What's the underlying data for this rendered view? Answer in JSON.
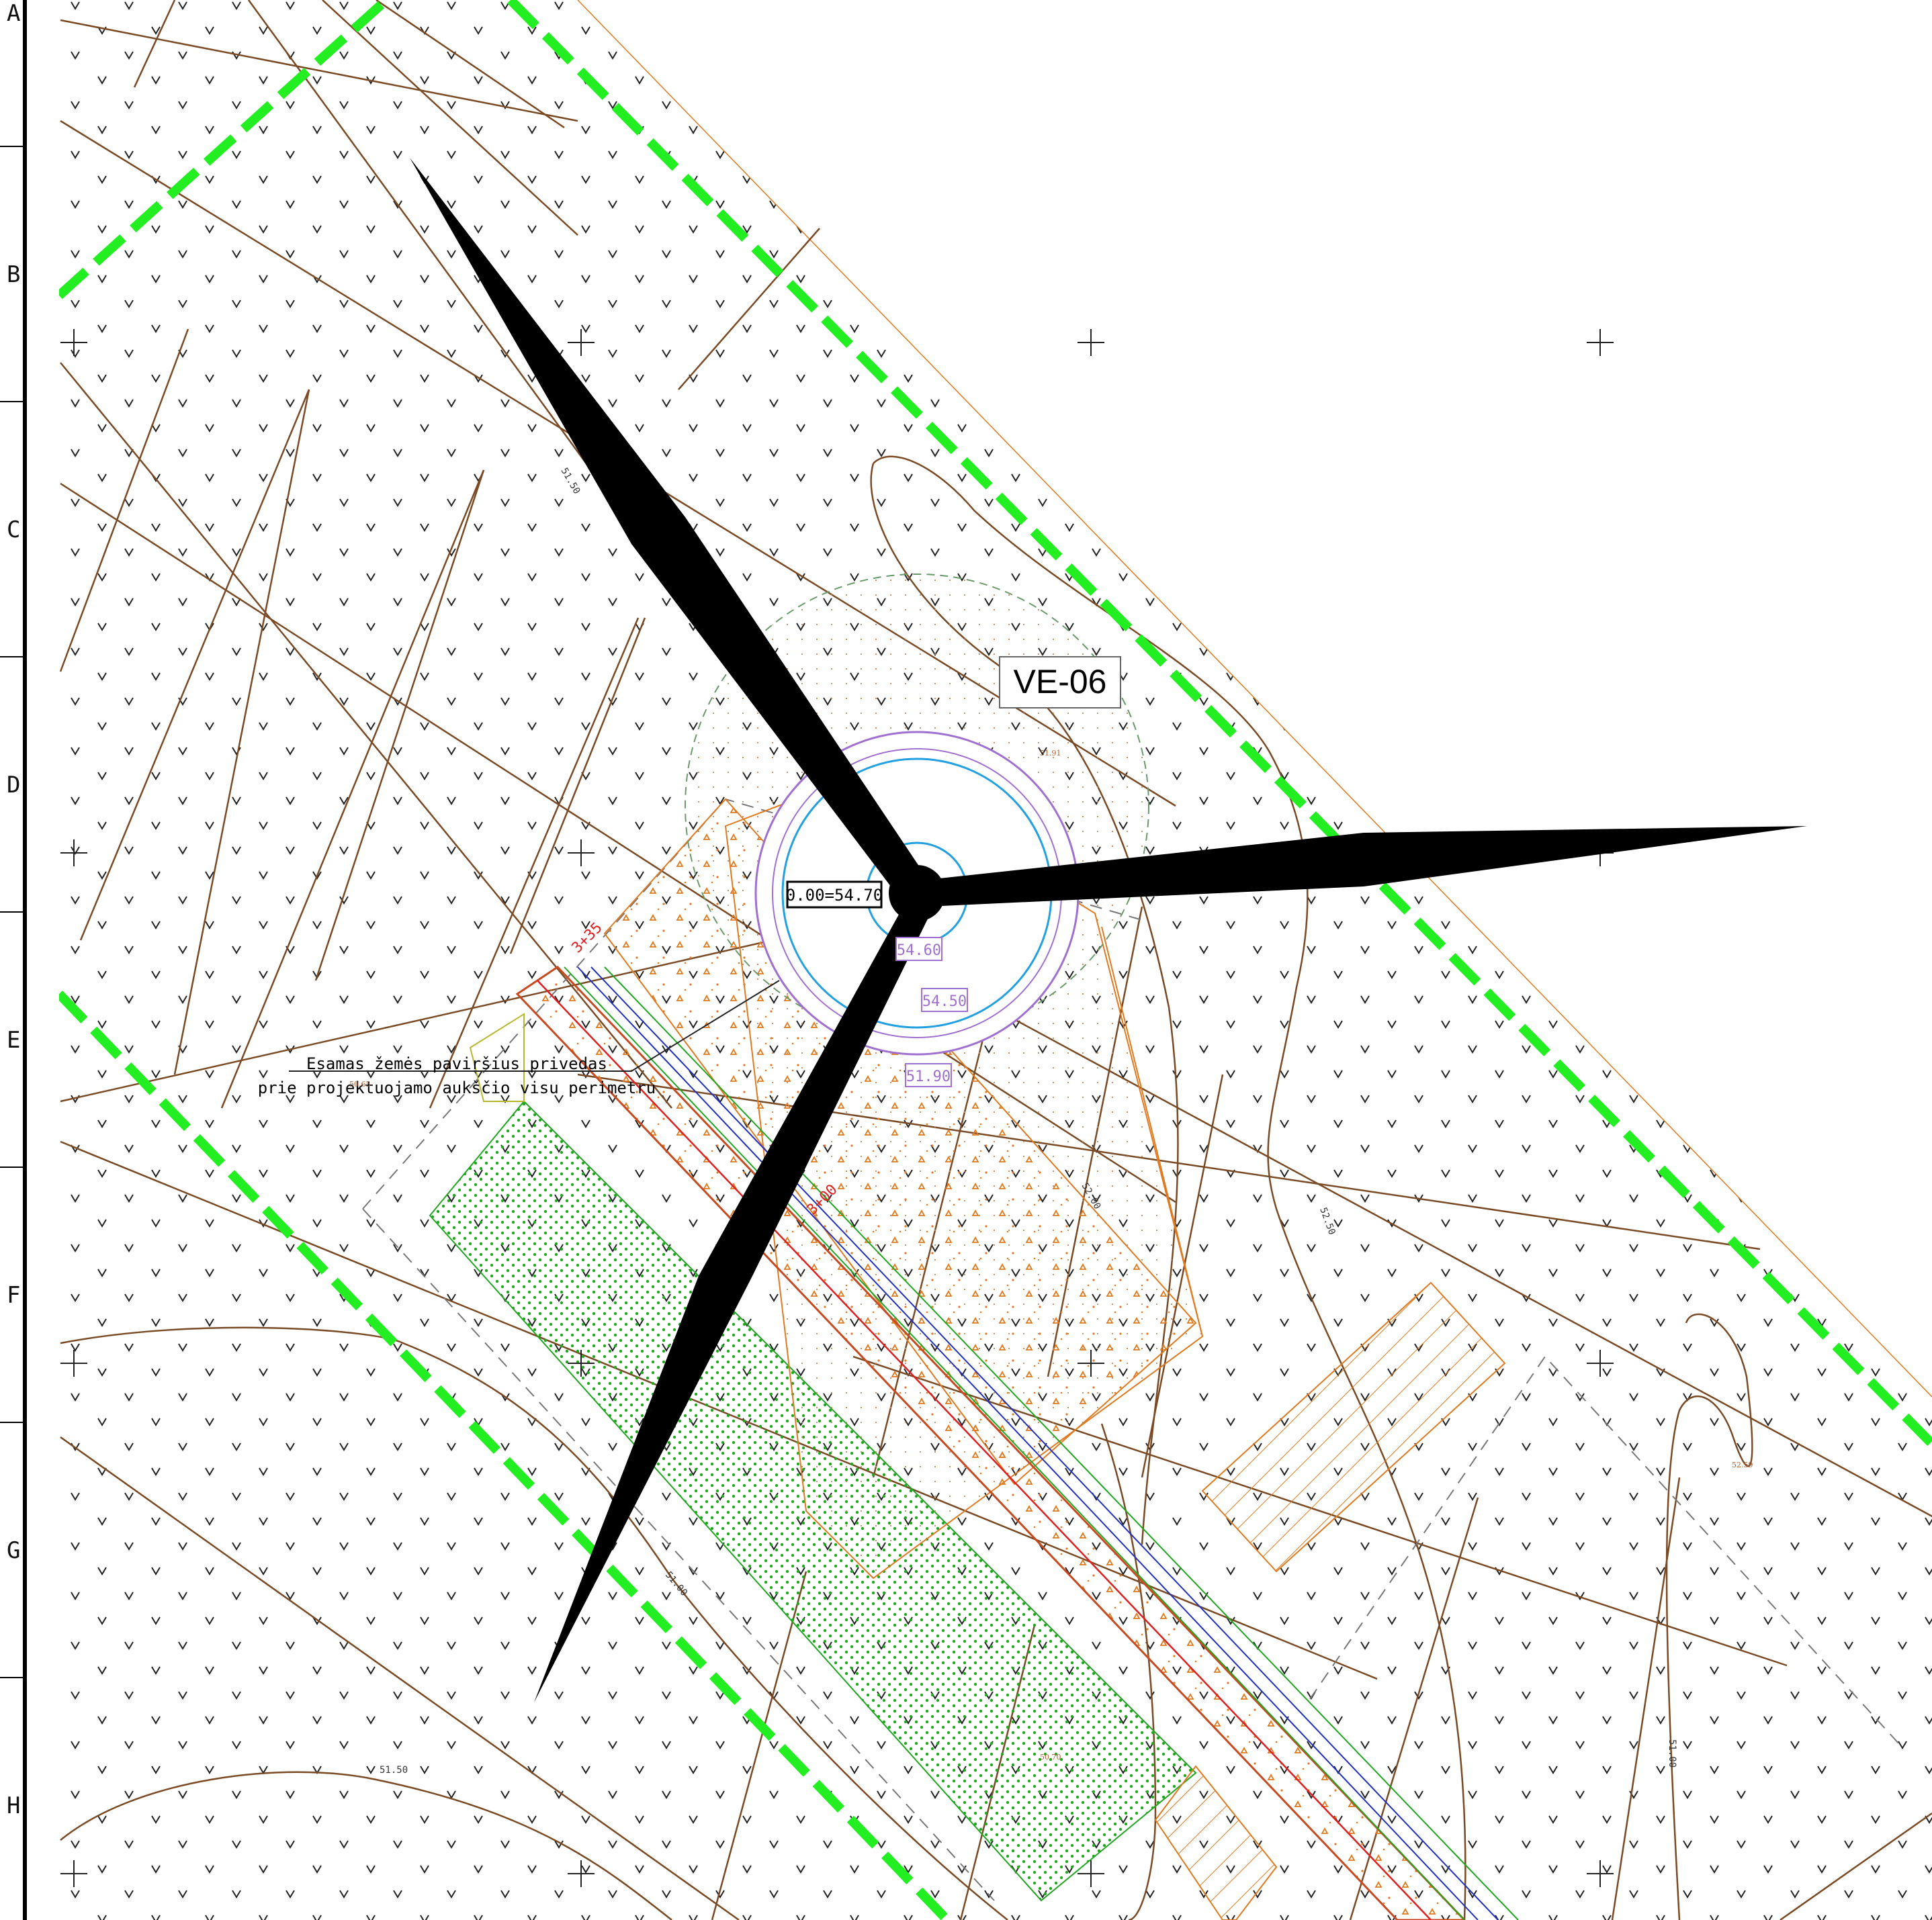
{
  "grid_rows": [
    "A",
    "B",
    "C",
    "D",
    "E",
    "F",
    "G",
    "H"
  ],
  "turbine": {
    "id": "VE-06",
    "zero_level": "0.00=54.70"
  },
  "elevations": {
    "inner": "54.60",
    "middle": "54.50",
    "outer": "51.90"
  },
  "note": {
    "line1": "Esamas žemės paviršius privedas",
    "line2": "prie projektuojamo aukščio visu perimetru"
  },
  "road_chainage": {
    "a": "3+35",
    "b": "3+00"
  },
  "contours": {
    "c1": "51.50",
    "c2": "51.50",
    "c3": "51.00",
    "c4": "52.00",
    "c5": "52.50",
    "c6": "51.00"
  },
  "spot_heights": {
    "s1": "50.65",
    "s2": "51.91",
    "s3": "52.59",
    "s4": "50.70"
  },
  "colors": {
    "boundary": "#22ee22",
    "contour": "#7a4a24",
    "ring": "#a070d0",
    "cyan": "#22a0e0",
    "road": "#e07a20",
    "red": "#e02020"
  }
}
